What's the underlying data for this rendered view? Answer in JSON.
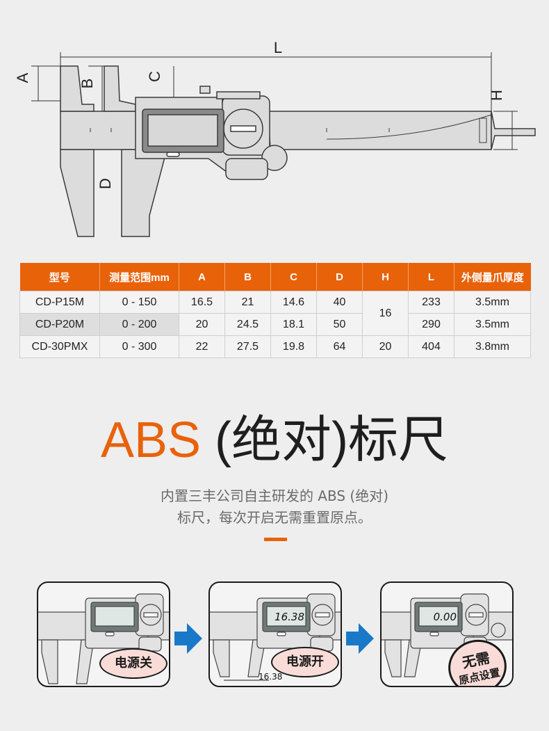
{
  "diagram": {
    "labels": {
      "L": "L",
      "A": "A",
      "B": "B",
      "C": "C",
      "D": "D",
      "H": "H"
    }
  },
  "table": {
    "headers": [
      "型号",
      "测量范围mm",
      "A",
      "B",
      "C",
      "D",
      "H",
      "L",
      "外侧量爪厚度"
    ],
    "rows": [
      {
        "model": "CD-P15M",
        "range": "0 - 150",
        "A": "16.5",
        "B": "21",
        "C": "14.6",
        "D": "40",
        "H": "16",
        "L": "233",
        "thickness": "3.5mm"
      },
      {
        "model": "CD-P20M",
        "range": "0 - 200",
        "A": "20",
        "B": "24.5",
        "C": "18.1",
        "D": "50",
        "L": "290",
        "thickness": "3.5mm"
      },
      {
        "model": "CD-30PMX",
        "range": "0 - 300",
        "A": "22",
        "B": "27.5",
        "C": "19.8",
        "D": "64",
        "H": "20",
        "L": "404",
        "thickness": "3.8mm"
      }
    ]
  },
  "headline": {
    "accent": "ABS",
    "rest": " (绝对)标尺"
  },
  "description": {
    "line1": "内置三丰公司自主研发的 ABS (绝对)",
    "line2": "标尺，每次开启无需重置原点。"
  },
  "steps": [
    {
      "badge": "电源关",
      "display": ""
    },
    {
      "badge": "电源开",
      "display": "16.38",
      "measure": "16.38"
    },
    {
      "badge_line1": "无需",
      "badge_line2": "原点设置",
      "display": "0.00"
    }
  ],
  "colors": {
    "accent": "#e8620a",
    "arrow": "#1a78c8"
  }
}
